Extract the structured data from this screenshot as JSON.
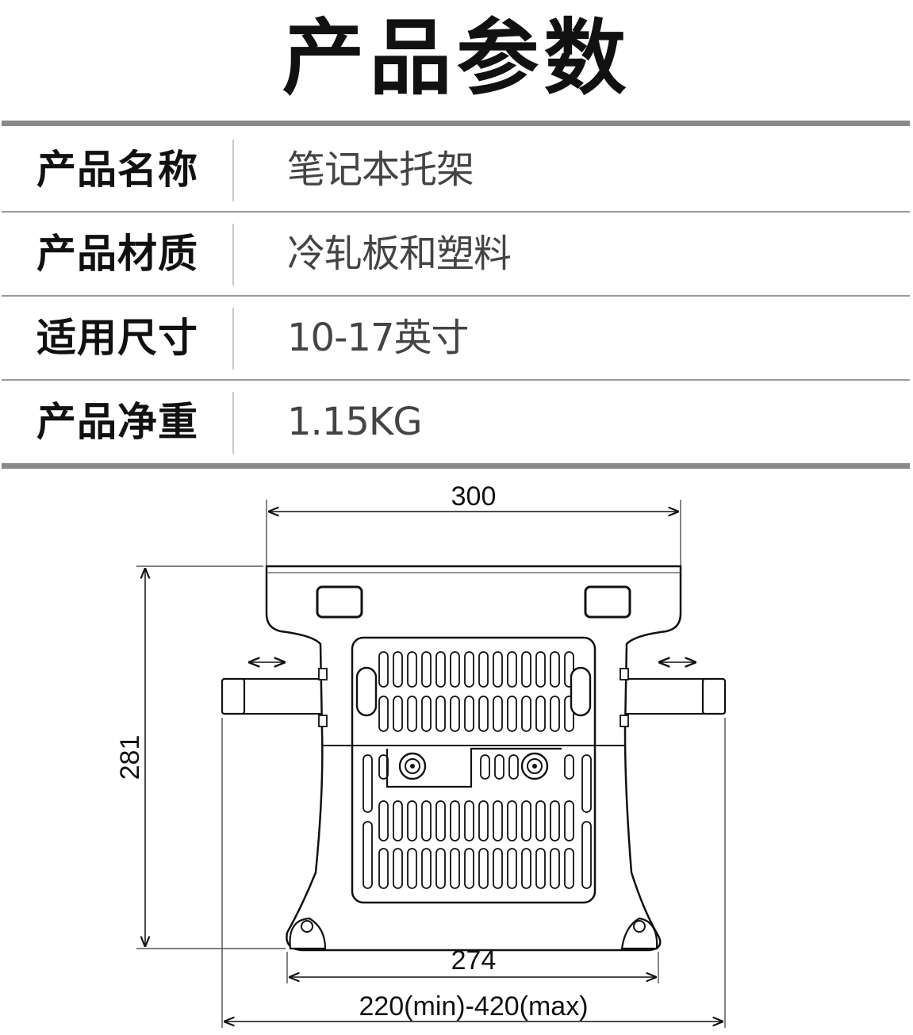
{
  "page_title": "产品参数",
  "specs": [
    {
      "label": "产品名称",
      "value": "笔记本托架"
    },
    {
      "label": "产品材质",
      "value": "冷轧板和塑料"
    },
    {
      "label": "适用尺寸",
      "value": "10-17英寸"
    },
    {
      "label": "产品净重",
      "value": "1.15KG"
    }
  ],
  "diagram": {
    "width_dim": "300",
    "height_dim": "281",
    "base_dim": "274",
    "range_dim": "220(min)-420(max)"
  }
}
